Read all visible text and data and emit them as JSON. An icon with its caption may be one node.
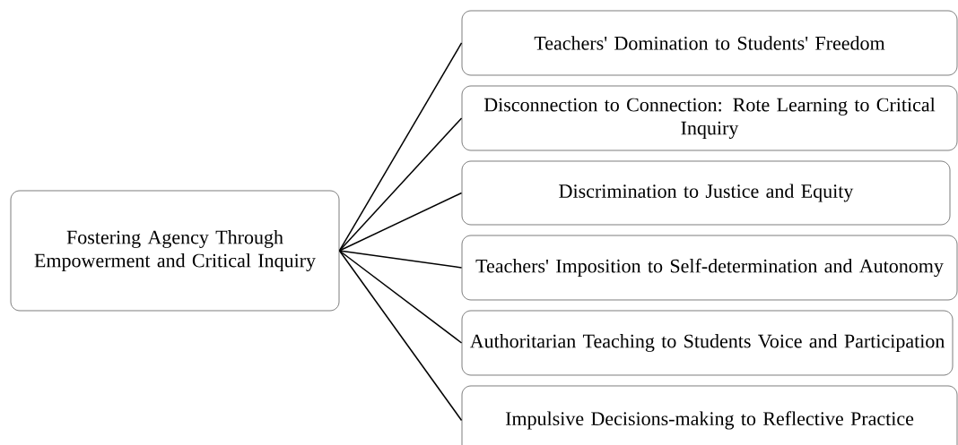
{
  "diagram": {
    "nodes": [
      {
        "text": [
          "Fostering Agency Through Empowerment and Critical Inquiry"
        ]
      },
      {
        "text": [
          "Teachers' Domination to Students' Freedom"
        ]
      },
      {
        "text": [
          "Disconnection to Connection: Rote Learning to Critical Inquiry"
        ]
      },
      {
        "text": [
          "Discrimination  to Justice and Equity"
        ]
      },
      {
        "text": [
          "Teachers' Imposition to Self-determination and Autonomy"
        ]
      },
      {
        "text": [
          "Authoritarian Teaching to Students Voice and Participation"
        ]
      },
      {
        "text": [
          "Impulsive Decisions-making to Reflective Practice"
        ]
      }
    ],
    "edges": [
      {
        "from": 0,
        "to": 1,
        "arrow": "none"
      },
      {
        "from": 0,
        "to": 2,
        "arrow": "none"
      },
      {
        "from": 0,
        "to": 3,
        "arrow": "none"
      },
      {
        "from": 0,
        "to": 4,
        "arrow": "none"
      },
      {
        "from": 0,
        "to": 5,
        "arrow": "none"
      },
      {
        "from": 0,
        "to": 6,
        "arrow": "none"
      }
    ]
  }
}
